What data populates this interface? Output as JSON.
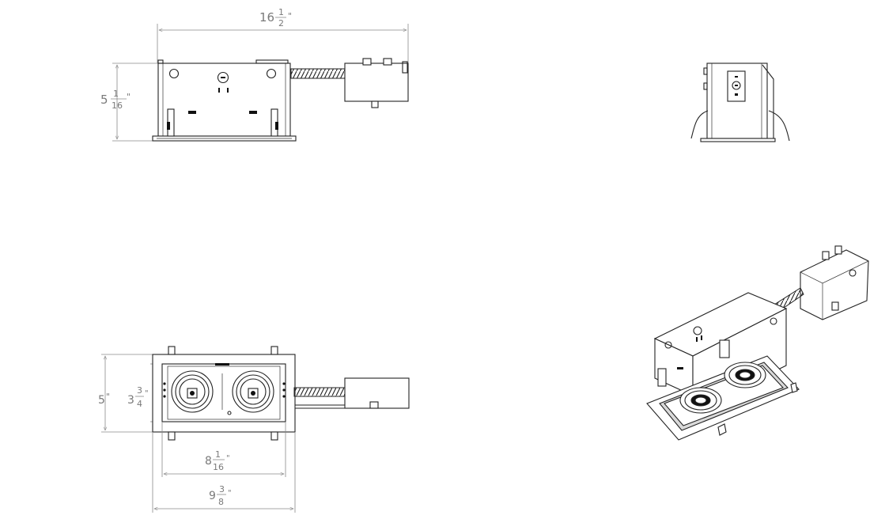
{
  "dimensions": {
    "width_overall": {
      "whole": "16",
      "num": "1",
      "den": "2",
      "unit": "\""
    },
    "height_side": {
      "whole": "5",
      "num": "1",
      "den": "16",
      "unit": "\""
    },
    "height_plan": {
      "whole": "5",
      "unit": "\""
    },
    "aperture_height": {
      "whole": "3",
      "num": "3",
      "den": "4",
      "unit": "\""
    },
    "aperture_width": {
      "whole": "8",
      "num": "1",
      "den": "16",
      "unit": "\""
    },
    "trim_width": {
      "whole": "9",
      "num": "3",
      "den": "8",
      "unit": "\""
    }
  }
}
